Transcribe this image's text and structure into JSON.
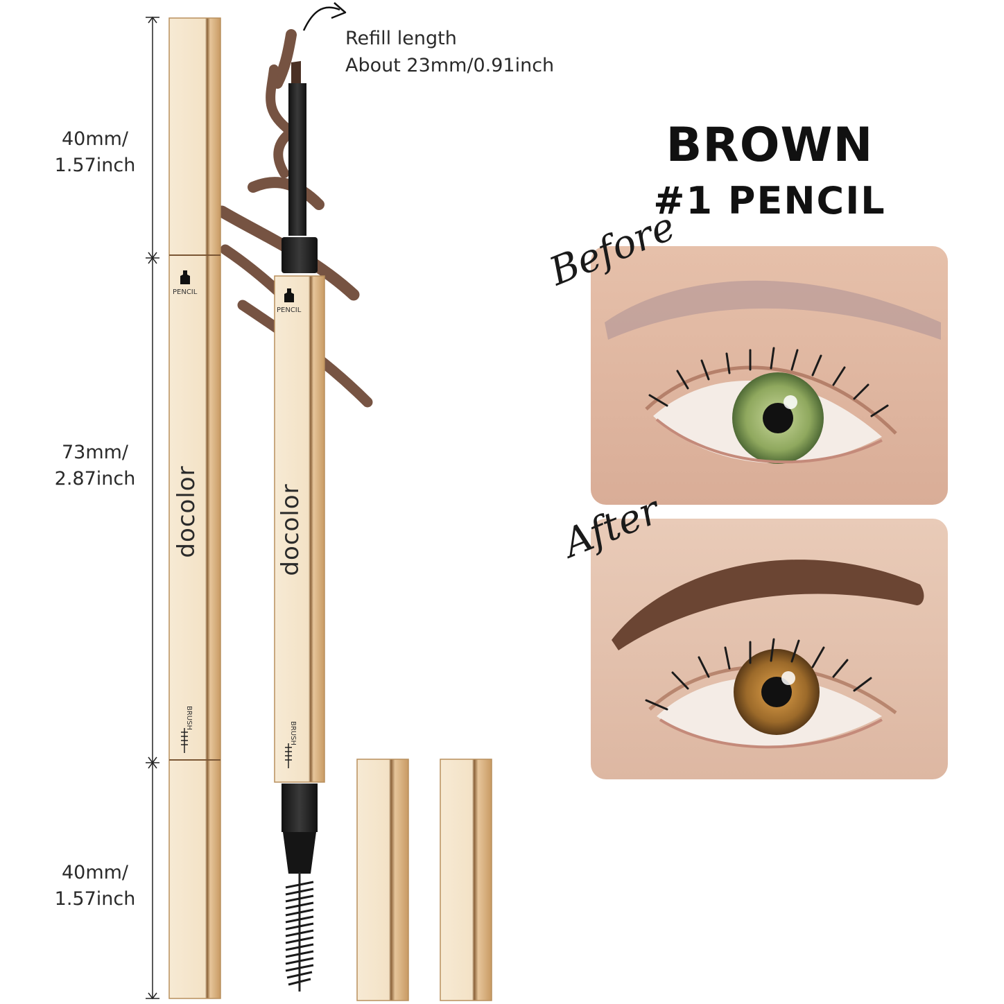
{
  "dimensions": {
    "top": {
      "line1": "40mm/",
      "line2": "1.57inch"
    },
    "middle": {
      "line1": "73mm/",
      "line2": "2.87inch"
    },
    "bottom": {
      "line1": "40mm/",
      "line2": "1.57inch"
    }
  },
  "refill": {
    "line1": "Refill length",
    "line2": "About 23mm/0.91inch"
  },
  "product": {
    "shade_line1": "BROWN",
    "shade_line2": "#1 PENCIL",
    "brand": "docolor",
    "pencil_label": "PENCIL",
    "brush_label": "BRUSH"
  },
  "comparison": {
    "before_label": "Before",
    "after_label": "After"
  },
  "colors": {
    "gold_body": "#f3e2c6",
    "gold_edge": "#c89a63",
    "brow_brown": "#6b4533",
    "text": "#111111"
  },
  "icons": [
    "curved-arrow-icon",
    "pencil-tip-icon",
    "brush-icon"
  ]
}
